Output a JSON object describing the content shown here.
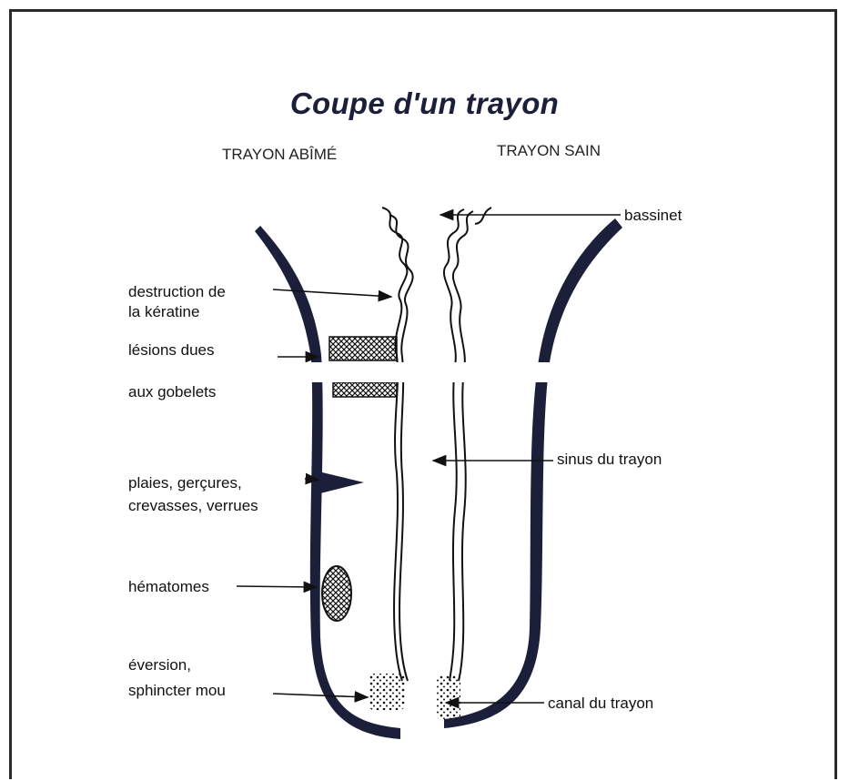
{
  "title": "Coupe d'un trayon",
  "headers": {
    "left": "TRAYON ABÎMÉ",
    "right": "TRAYON SAIN"
  },
  "labels_left": {
    "keratine_1": "destruction de",
    "keratine_2": "la kératine",
    "gobelets_1": "lésions dues",
    "gobelets_2": "aux gobelets",
    "plaies_1": "plaies, gerçures,",
    "plaies_2": "crevasses, verrues",
    "hematomes": "hématomes",
    "eversion_1": "éversion,",
    "eversion_2": "sphincter mou"
  },
  "labels_right": {
    "bassinet": "bassinet",
    "sinus": "sinus du trayon",
    "canal": "canal du trayon"
  },
  "colors": {
    "wall": "#1c1f3a",
    "ink": "#111111"
  }
}
